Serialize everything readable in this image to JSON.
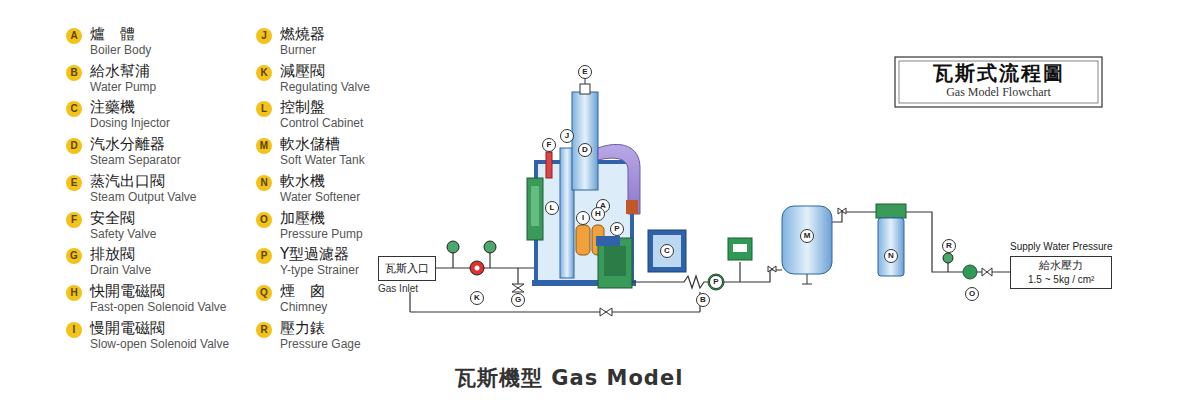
{
  "diagram": {
    "title": "瓦斯機型 Gas Model",
    "nodes": [
      {
        "text": [
          "瓦斯式流程圖",
          "Gas Model Flowchart"
        ]
      },
      {
        "text": [
          "瓦斯入口",
          "Gas Inlet"
        ]
      },
      {
        "text": [
          "Supply Water Pressure",
          "給水壓力",
          "1.5 ~ 5kg / cm²"
        ]
      }
    ],
    "labels": [
      "A",
      "爐　體",
      "Boiler Body",
      "B",
      "給水幫浦",
      "Water Pump",
      "C",
      "注藥機",
      "Dosing Injector",
      "D",
      "汽水分離器",
      "Steam Separator",
      "E",
      "蒸汽出口閥",
      "Steam Output Valve",
      "F",
      "安全閥",
      "Safety Valve",
      "G",
      "排放閥",
      "Drain Valve",
      "H",
      "快開電磁閥",
      "Fast-open Solenoid Valve",
      "I",
      "慢開電磁閥",
      "Slow-open Solenoid Valve",
      "J",
      "燃燒器",
      "Burner",
      "K",
      "減壓閥",
      "Regulating Valve",
      "L",
      "控制盤",
      "Control Cabinet",
      "M",
      "軟水儲槽",
      "Soft Water Tank",
      "N",
      "軟水機",
      "Water Softener",
      "O",
      "加壓機",
      "Pressure Pump",
      "P",
      "Y型過濾器",
      "Y-type Strainer",
      "Q",
      "煙　囪",
      "Chimney",
      "R",
      "壓力錶",
      "Pressure Gage",
      "E",
      "J",
      "F",
      "D",
      "L",
      "A",
      "I",
      "H",
      "P",
      "C",
      "G",
      "K",
      "P",
      "B",
      "M",
      "N",
      "R",
      "O"
    ]
  }
}
